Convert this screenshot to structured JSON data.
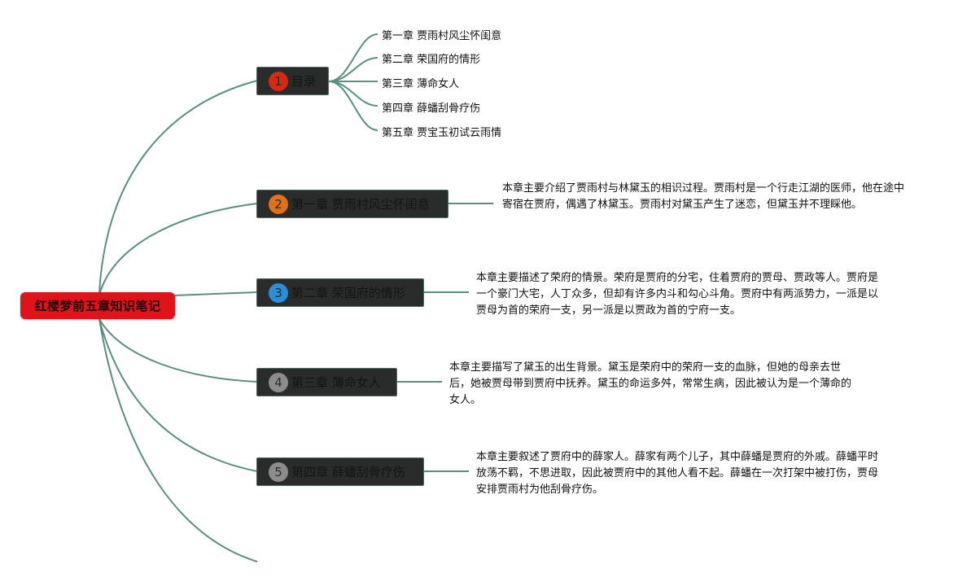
{
  "root": {
    "title": "红楼梦前五章知识笔记"
  },
  "branches": [
    {
      "number": "1",
      "label": "目录",
      "badge_color": "#d42a12"
    },
    {
      "number": "2",
      "label": "第一章 贾雨村风尘怀闺意",
      "badge_color": "#e0711a"
    },
    {
      "number": "3",
      "label": "第二章 荣国府的情形",
      "badge_color": "#2a8fd6"
    },
    {
      "number": "4",
      "label": "第三章 薄命女人",
      "badge_color": "#8c8c8c"
    },
    {
      "number": "5",
      "label": "第四章 薛蟠刮骨疗伤",
      "badge_color": "#8c8c8c"
    }
  ],
  "toc": [
    "第一章 贾雨村风尘怀闺意",
    "第二章 荣国府的情形",
    "第三章 薄命女人",
    "第四章 薛蟠刮骨疗伤",
    "第五章 贾宝玉初试云雨情"
  ],
  "descriptions": [
    "本章主要介绍了贾雨村与林黛玉的相识过程。贾雨村是一个行走江湖的医师，他在途中寄宿在贾府，偶遇了林黛玉。贾雨村对黛玉产生了迷恋，但黛玉并不理睬他。",
    "本章主要描述了荣府的情景。荣府是贾府的分宅，住着贾府的贾母、贾政等人。贾府是一个豪门大宅，人丁众多，但却有许多内斗和勾心斗角。贾府中有两派势力，一派是以贾母为首的荣府一支，另一派是以贾政为首的宁府一支。",
    "本章主要描写了黛玉的出生背景。黛玉是荣府中的荣府一支的血脉，但她的母亲去世后，她被贾母带到贾府中抚养。黛玉的命运多舛，常常生病，因此被认为是一个薄命的女人。",
    "本章主要叙述了贾府中的薛家人。薛家有两个儿子，其中薛蟠是贾府的外戚。薛蟠平时放荡不羁，不思进取，因此被贾府中的其他人看不起。薛蟠在一次打架中被打伤，贾母安排贾雨村为他刮骨疗伤。"
  ],
  "colors": {
    "connector": "#5a8f7e",
    "root_bg": "#e0131a",
    "branch_bg": "#2a2b2b"
  }
}
